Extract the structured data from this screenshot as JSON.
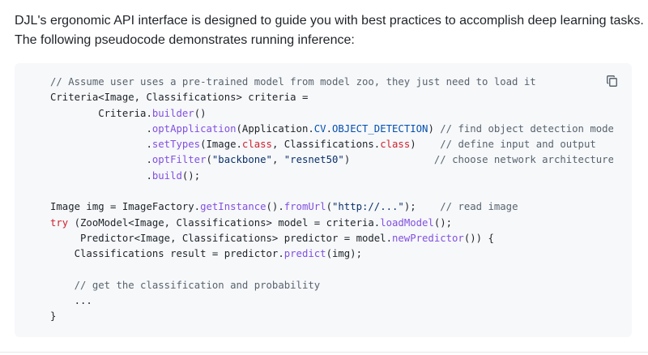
{
  "intro": {
    "line1": "DJL's ergonomic API interface is designed to guide you with best practices to accomplish deep learning tasks.",
    "line2": "The following pseudocode demonstrates running inference:"
  },
  "code_block": {
    "copy_icon": "copy-icon",
    "colors": {
      "background": "#f6f8fa",
      "comment": "#59636e",
      "keyword": "#cf222e",
      "function": "#8250df",
      "string": "#0a3069",
      "constant": "#0550ae",
      "text": "#1f2328"
    },
    "lines": [
      [
        [
          "c",
          "// Assume user uses a pre-trained model from model zoo, they just need to load it"
        ]
      ],
      [
        [
          "t",
          "Criteria<Image, Classifications> criteria ="
        ]
      ],
      [
        [
          "t",
          "        Criteria."
        ],
        [
          "f",
          "builder"
        ],
        [
          "t",
          "()"
        ]
      ],
      [
        [
          "t",
          "                ."
        ],
        [
          "f",
          "optApplication"
        ],
        [
          "t",
          "(Application."
        ],
        [
          "v",
          "CV"
        ],
        [
          "t",
          "."
        ],
        [
          "v",
          "OBJECT_DETECTION"
        ],
        [
          "t",
          ") "
        ],
        [
          "c",
          "// find object detection model"
        ]
      ],
      [
        [
          "t",
          "                ."
        ],
        [
          "f",
          "setTypes"
        ],
        [
          "t",
          "(Image."
        ],
        [
          "k",
          "class"
        ],
        [
          "t",
          ", Classifications."
        ],
        [
          "k",
          "class"
        ],
        [
          "t",
          ")    "
        ],
        [
          "c",
          "// define input and output"
        ]
      ],
      [
        [
          "t",
          "                ."
        ],
        [
          "f",
          "optFilter"
        ],
        [
          "t",
          "("
        ],
        [
          "s",
          "\"backbone\""
        ],
        [
          "t",
          ", "
        ],
        [
          "s",
          "\"resnet50\""
        ],
        [
          "t",
          ")              "
        ],
        [
          "c",
          "// choose network architecture"
        ]
      ],
      [
        [
          "t",
          "                ."
        ],
        [
          "f",
          "build"
        ],
        [
          "t",
          "();"
        ]
      ],
      [
        [
          "t",
          ""
        ]
      ],
      [
        [
          "t",
          "Image img = ImageFactory."
        ],
        [
          "f",
          "getInstance"
        ],
        [
          "t",
          "()."
        ],
        [
          "f",
          "fromUrl"
        ],
        [
          "t",
          "("
        ],
        [
          "s",
          "\"http://...\""
        ],
        [
          "t",
          ");    "
        ],
        [
          "c",
          "// read image"
        ]
      ],
      [
        [
          "k",
          "try"
        ],
        [
          "t",
          " (ZooModel<Image, Classifications> model = criteria."
        ],
        [
          "f",
          "loadModel"
        ],
        [
          "t",
          "();"
        ]
      ],
      [
        [
          "t",
          "     Predictor<Image, Classifications> predictor = model."
        ],
        [
          "f",
          "newPredictor"
        ],
        [
          "t",
          "()) {"
        ]
      ],
      [
        [
          "t",
          "    Classifications result = predictor."
        ],
        [
          "f",
          "predict"
        ],
        [
          "t",
          "(img);"
        ]
      ],
      [
        [
          "t",
          ""
        ]
      ],
      [
        [
          "t",
          "    "
        ],
        [
          "c",
          "// get the classification and probability"
        ]
      ],
      [
        [
          "t",
          "    ..."
        ]
      ],
      [
        [
          "t",
          "}"
        ]
      ]
    ]
  }
}
